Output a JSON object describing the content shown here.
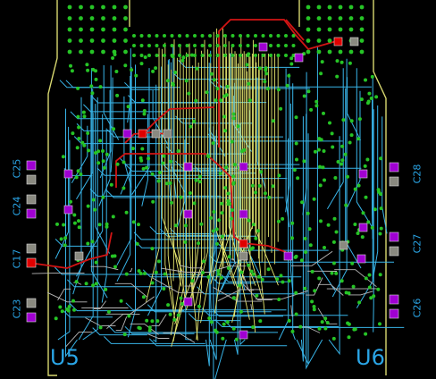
{
  "board": {
    "colors": {
      "background": "#000000",
      "outline": "#d8d870",
      "via": "#26c426",
      "pad_purple": "#a000d2",
      "pad_gray": "#8a8a80",
      "pad_red": "#e00000",
      "trace_cyan": "#38b4e8",
      "trace_yellow": "#e8e870",
      "trace_red": "#d21414",
      "trace_white": "#b8b8b8",
      "silkscreen": "#2aa5e6"
    }
  },
  "components": {
    "caps_left": [
      {
        "ref": "C25"
      },
      {
        "ref": "C24"
      },
      {
        "ref": "C17"
      },
      {
        "ref": "C23"
      }
    ],
    "caps_right": [
      {
        "ref": "C28"
      },
      {
        "ref": "C27"
      },
      {
        "ref": "C26"
      }
    ],
    "ics": [
      {
        "ref": "U5"
      },
      {
        "ref": "U6"
      }
    ]
  }
}
